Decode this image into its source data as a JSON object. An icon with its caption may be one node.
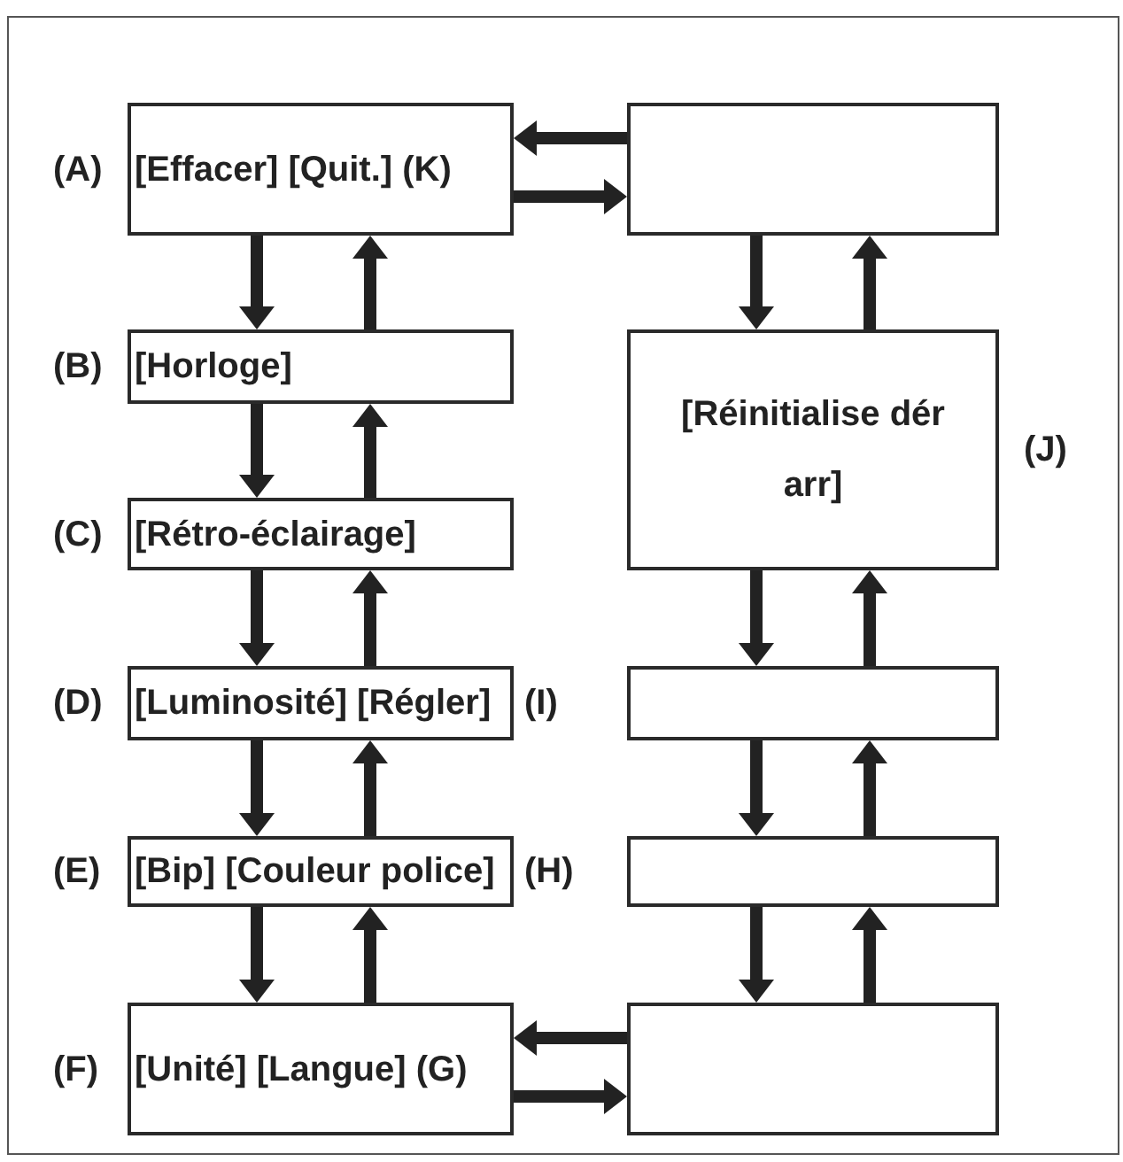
{
  "diagram": {
    "nodes": [
      {
        "text": [
          "[Effacer] [Quit.] (K)"
        ],
        "beside": [
          "(A)"
        ]
      },
      {
        "text": [],
        "shape": "box"
      },
      {
        "text": [
          "[Horloge]"
        ],
        "beside": [
          "(B)"
        ]
      },
      {
        "text": [
          "[Réinitialise dér arr]"
        ],
        "beside": [
          "(J)"
        ]
      },
      {
        "text": [
          "[Rétro-éclairage]"
        ],
        "beside": [
          "(C)"
        ]
      },
      {
        "text": [
          "[Luminosité] [Régler]"
        ],
        "beside": [
          "(D)",
          "(I)"
        ]
      },
      {
        "text": [],
        "shape": "box"
      },
      {
        "text": [
          "[Bip] [Couleur police]"
        ],
        "beside": [
          "(E)",
          "(H)"
        ]
      },
      {
        "text": [],
        "shape": "box"
      },
      {
        "text": [
          "[Unité] [Langue] (G)"
        ],
        "beside": [
          "(F)"
        ]
      },
      {
        "text": [],
        "shape": "box"
      }
    ],
    "edges": [
      {
        "from": 1,
        "to": 0,
        "arrow": "to"
      },
      {
        "from": 0,
        "to": 1,
        "arrow": "to"
      },
      {
        "from": 0,
        "to": 2,
        "arrow": "to"
      },
      {
        "from": 2,
        "to": 0,
        "arrow": "to"
      },
      {
        "from": 1,
        "to": 3,
        "arrow": "to"
      },
      {
        "from": 3,
        "to": 1,
        "arrow": "to"
      },
      {
        "from": 2,
        "to": 4,
        "arrow": "to"
      },
      {
        "from": 4,
        "to": 2,
        "arrow": "to"
      },
      {
        "from": 4,
        "to": 5,
        "arrow": "to"
      },
      {
        "from": 5,
        "to": 4,
        "arrow": "to"
      },
      {
        "from": 3,
        "to": 6,
        "arrow": "to"
      },
      {
        "from": 6,
        "to": 3,
        "arrow": "to"
      },
      {
        "from": 5,
        "to": 7,
        "arrow": "to"
      },
      {
        "from": 7,
        "to": 5,
        "arrow": "to"
      },
      {
        "from": 6,
        "to": 8,
        "arrow": "to"
      },
      {
        "from": 8,
        "to": 6,
        "arrow": "to"
      },
      {
        "from": 7,
        "to": 9,
        "arrow": "to"
      },
      {
        "from": 9,
        "to": 7,
        "arrow": "to"
      },
      {
        "from": 8,
        "to": 10,
        "arrow": "to"
      },
      {
        "from": 10,
        "to": 8,
        "arrow": "to"
      },
      {
        "from": 10,
        "to": 9,
        "arrow": "to"
      },
      {
        "from": 9,
        "to": 10,
        "arrow": "to"
      }
    ]
  }
}
